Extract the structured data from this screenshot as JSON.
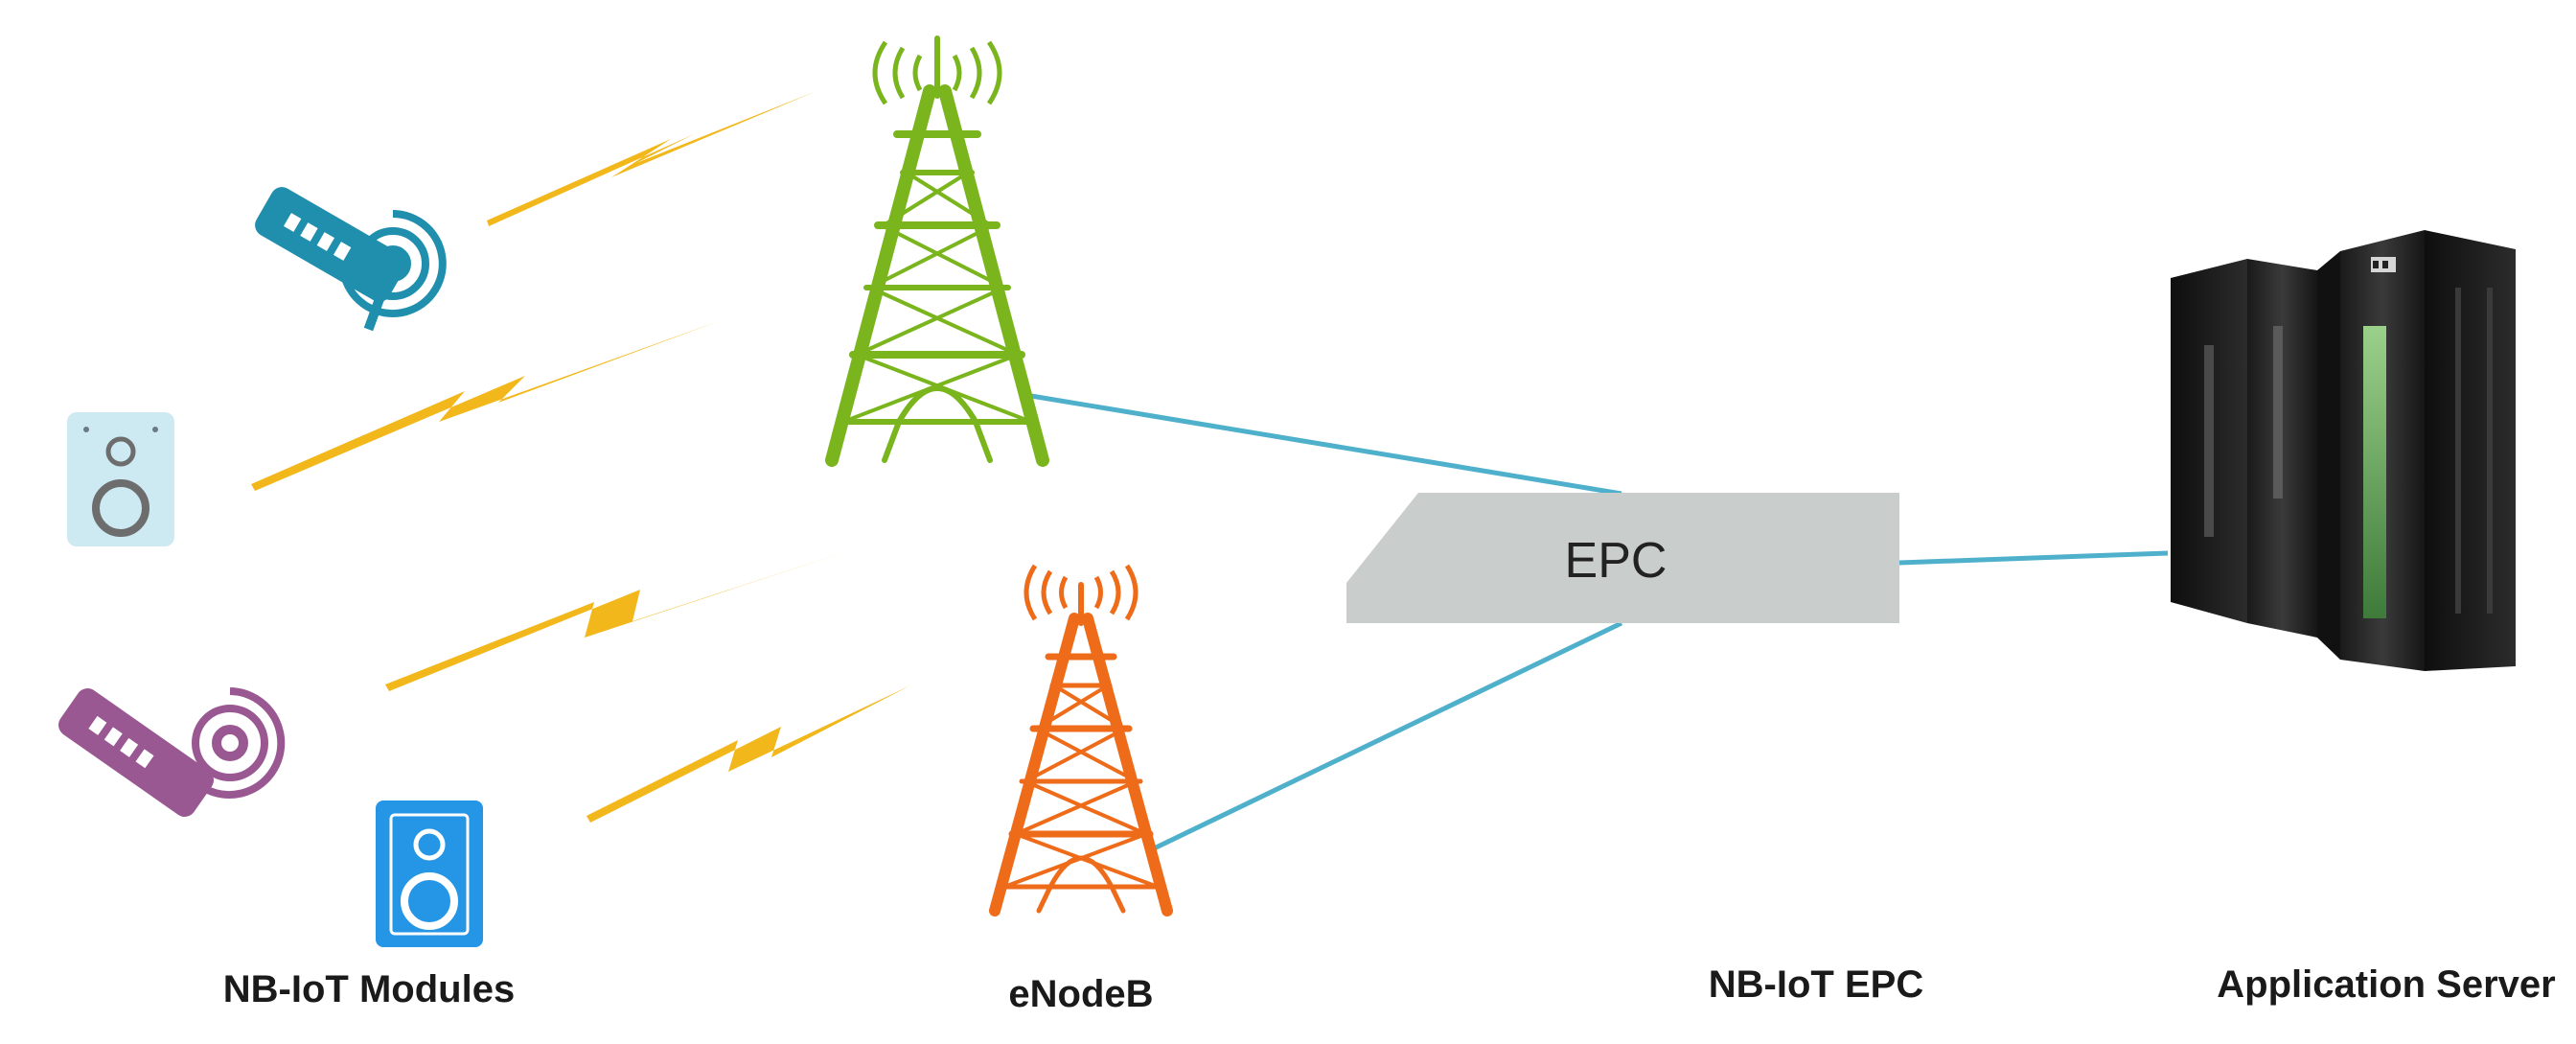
{
  "diagram": {
    "epc_box": {
      "label": "EPC"
    },
    "captions": {
      "modules": "NB-IoT Modules",
      "enodeb": "eNodeB",
      "epc": "NB-IoT EPC",
      "server": "Application Server"
    },
    "nodes": [
      {
        "id": "router-blue",
        "kind": "iot-router",
        "color": "#1f8fad"
      },
      {
        "id": "speaker-light",
        "kind": "iot-speaker",
        "color": "#cde9f2"
      },
      {
        "id": "router-purple",
        "kind": "iot-router",
        "color": "#9a5893"
      },
      {
        "id": "speaker-blue",
        "kind": "iot-speaker",
        "color": "#2596e6"
      },
      {
        "id": "tower-green",
        "kind": "cell-tower",
        "color": "#7ab51d"
      },
      {
        "id": "tower-orange",
        "kind": "cell-tower",
        "color": "#ee6b1a"
      },
      {
        "id": "epc",
        "kind": "core-network",
        "color": "#c9cdcb"
      },
      {
        "id": "server",
        "kind": "mainframe-server",
        "color": "#2b2b2b"
      }
    ],
    "links": [
      {
        "from": "tower-green",
        "to": "epc",
        "color": "#4fb0cc"
      },
      {
        "from": "tower-orange",
        "to": "epc",
        "color": "#4fb0cc"
      },
      {
        "from": "epc",
        "to": "server",
        "color": "#4fb0cc"
      }
    ],
    "wireless_color": "#f2b71a"
  }
}
